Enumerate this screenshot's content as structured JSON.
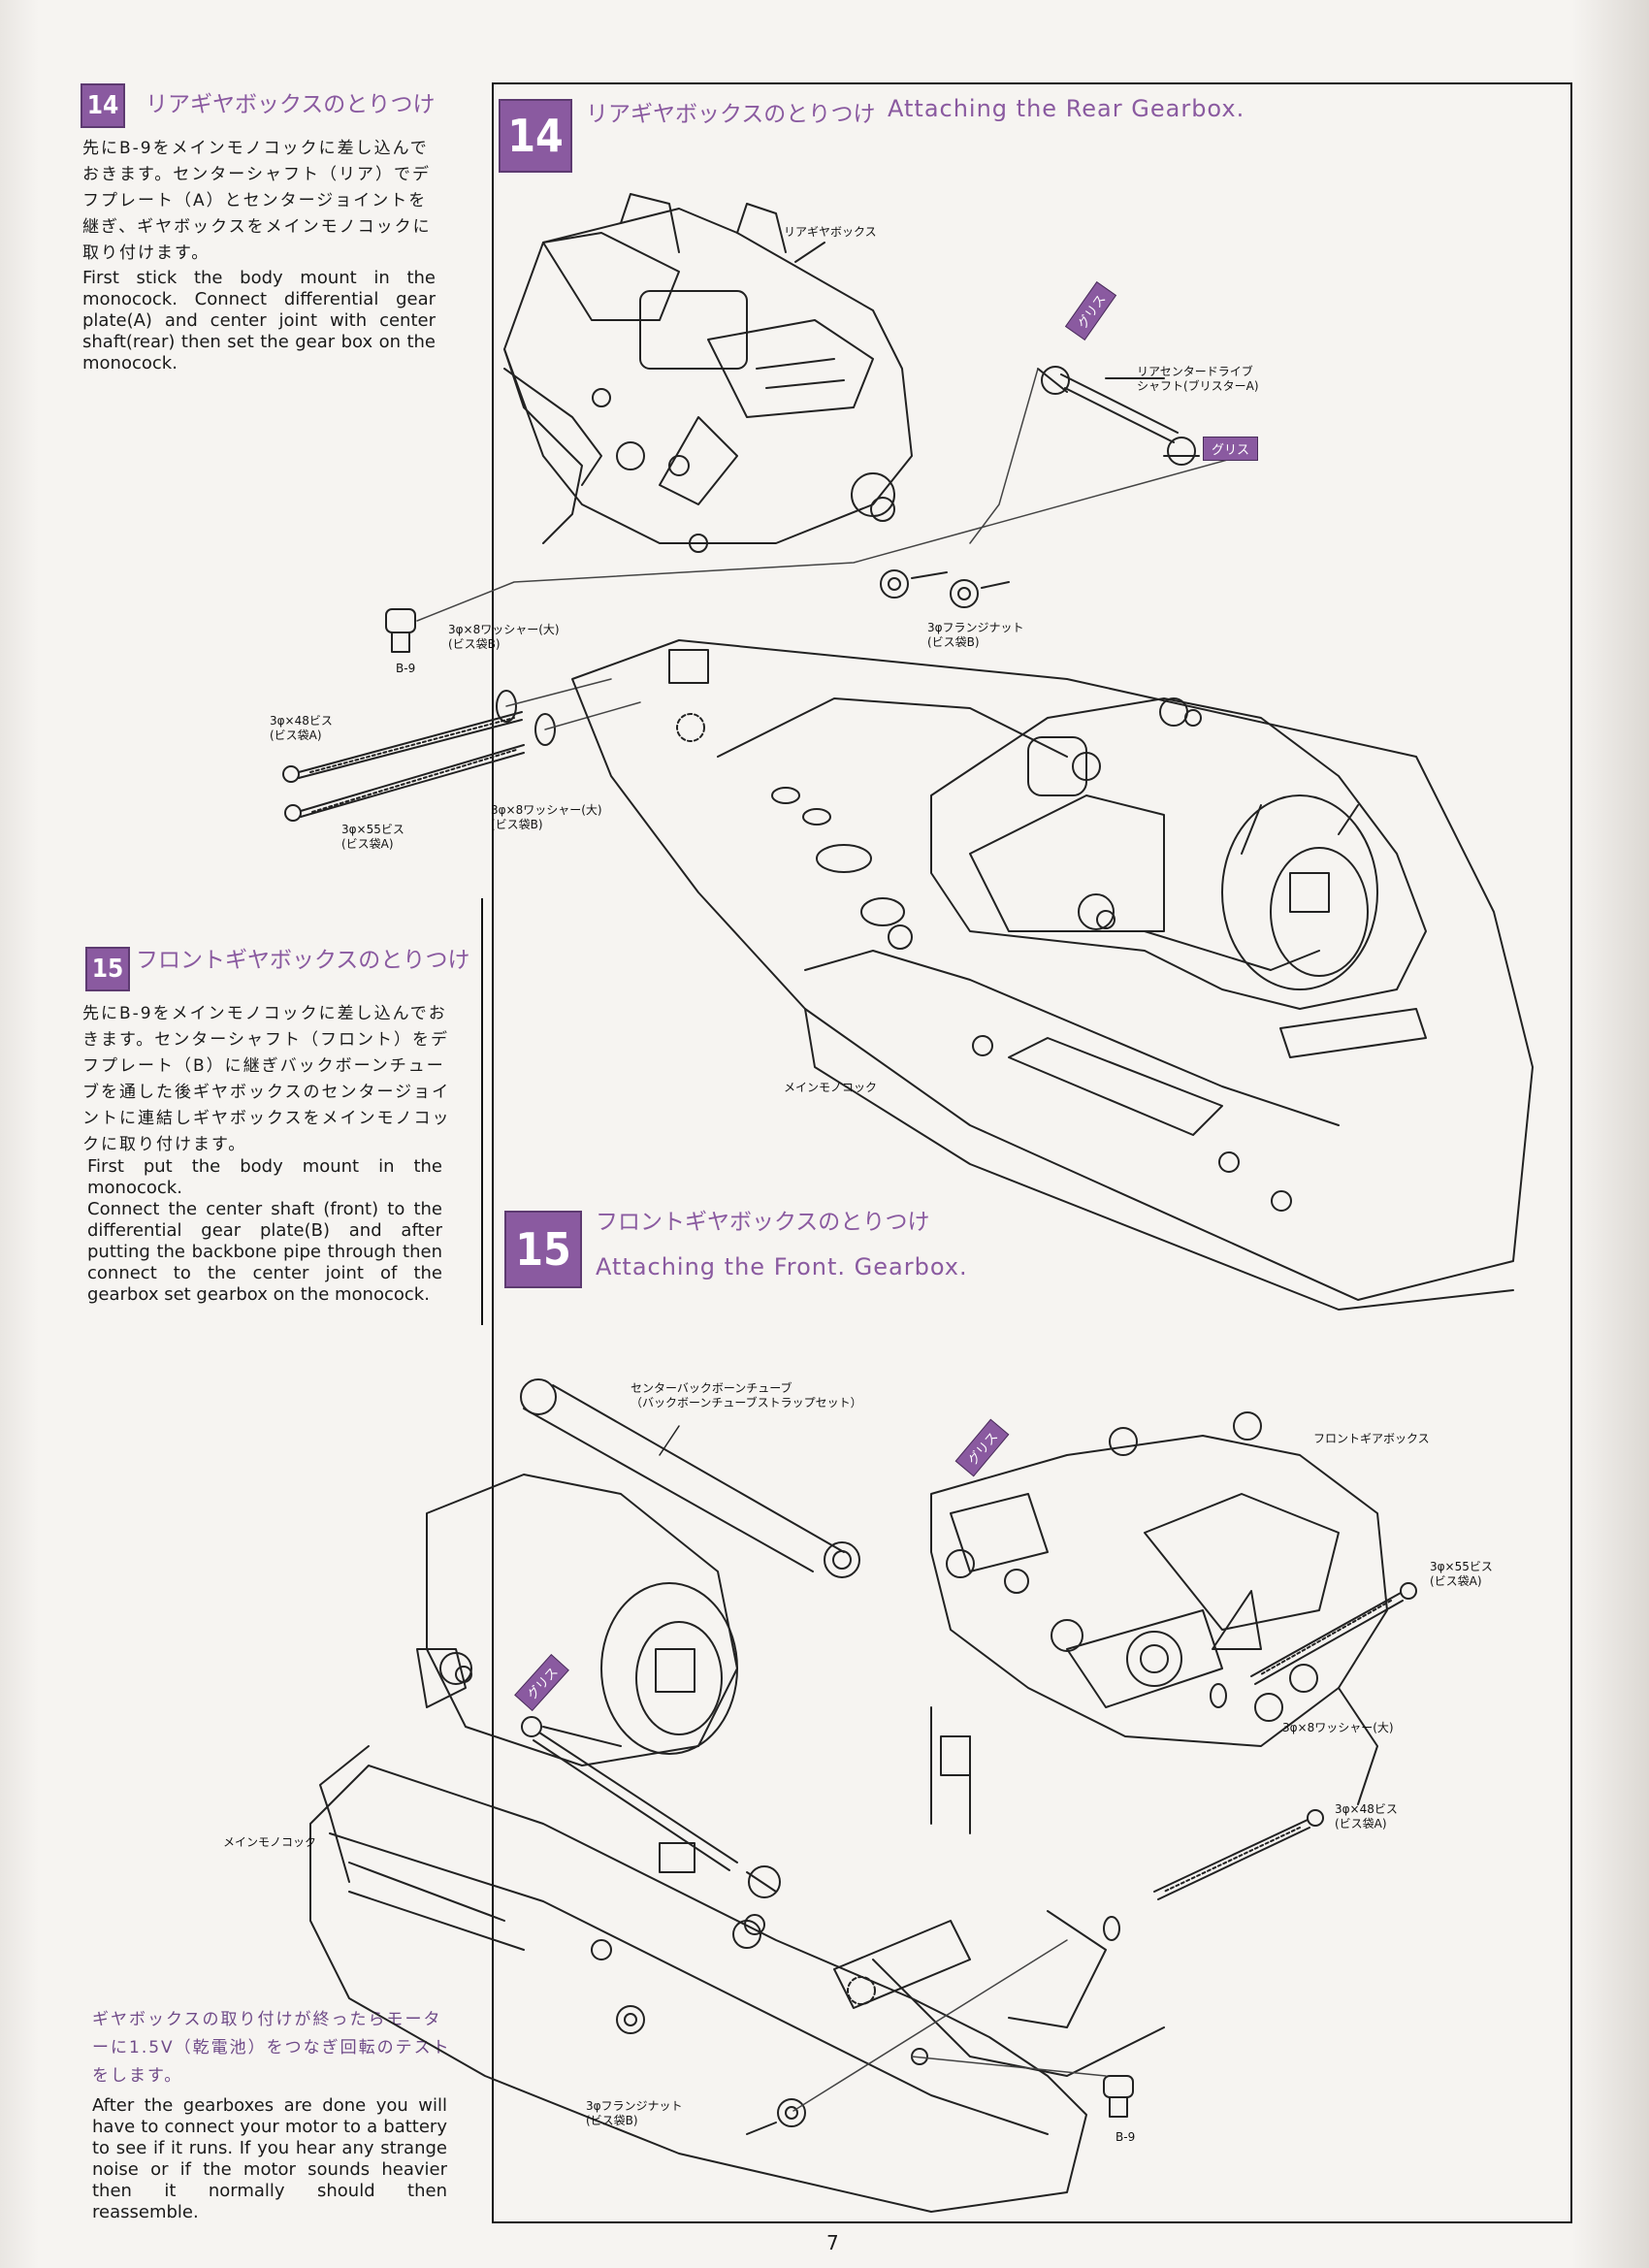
{
  "page_number": "7",
  "step14": {
    "number": "14",
    "jp_title": "リアギヤボックスのとりつけ",
    "jp_text": "先にB-9をメインモノコックに差し込んでおきます。センターシャフト（リア）でデフプレート（A）とセンタージョイントを継ぎ、ギヤボックスをメインモノコックに取り付けます。",
    "en_text": "First stick the body mount in the monocock. Connect differential gear plate(A) and center joint with center shaft(rear) then set the gear box on the monocock.",
    "diagram_jp_title": "リアギヤボックスのとりつけ",
    "diagram_en_title": "Attaching the Rear Gearbox."
  },
  "step15": {
    "number": "15",
    "jp_title": "フロントギヤボックスのとりつけ",
    "jp_text": "先にB-9をメインモノコックに差し込んでおきます。センターシャフト（フロント）をデフプレート（B）に継ぎバックボーンチューブを通した後ギヤボックスのセンタージョイントに連結しギヤボックスをメインモノコックに取り付けます。",
    "en_text": "First put the body mount in the monocock.\nConnect the center shaft (front) to the differential gear plate(B) and after putting the backbone pipe through then connect to the center joint of the gearbox set gearbox on the monocock.",
    "diagram_jp_title": "フロントギヤボックスのとりつけ",
    "diagram_en_title": "Attaching the Front. Gearbox."
  },
  "test_note": {
    "jp_text": "ギヤボックスの取り付けが終ったらモーターに1.5V（乾電池）をつなぎ回転のテストをします。",
    "en_text": "After the gearboxes are done you will have to connect your motor to a battery to see if it runs. If you hear any strange noise or if the motor sounds heavier then it normally should then reassemble."
  },
  "callouts14": {
    "rear_gearbox": "リアギヤボックス",
    "rear_center_shaft": "リアセンタードライブ\nシャフト(ブリスターA)",
    "grease1": "グリス",
    "grease2": "グリス",
    "washer_top": "3φ×8ワッシャー(大)\n(ビス袋B)",
    "flange_nut": "3φフランジナット\n(ビス袋B)",
    "b9": "B-9",
    "screw48": "3φ×48ビス\n(ビス袋A)",
    "screw55": "3φ×55ビス\n(ビス袋A)",
    "washer_bottom": "3φ×8ワッシャー(大)\n(ビス袋B)",
    "main_monocock": "メインモノコック"
  },
  "callouts15": {
    "backbone_tube": "センターバックボーンチューブ\n（バックボーンチューブストラップセット）",
    "front_gearbox": "フロントギアボックス",
    "grease1": "グリス",
    "grease2": "グリス",
    "screw55": "3φ×55ビス\n(ビス袋A)",
    "washer": "3φ×8ワッシャー(大)",
    "screw48": "3φ×48ビス\n(ビス袋A)",
    "main_monocock": "メインモノコック",
    "flange_nut": "3φフランジナット\n(ビス袋B)",
    "b9": "B-9"
  },
  "colors": {
    "accent": "#8a5aa0",
    "ink": "#111111",
    "paper": "#f6f4f1"
  }
}
